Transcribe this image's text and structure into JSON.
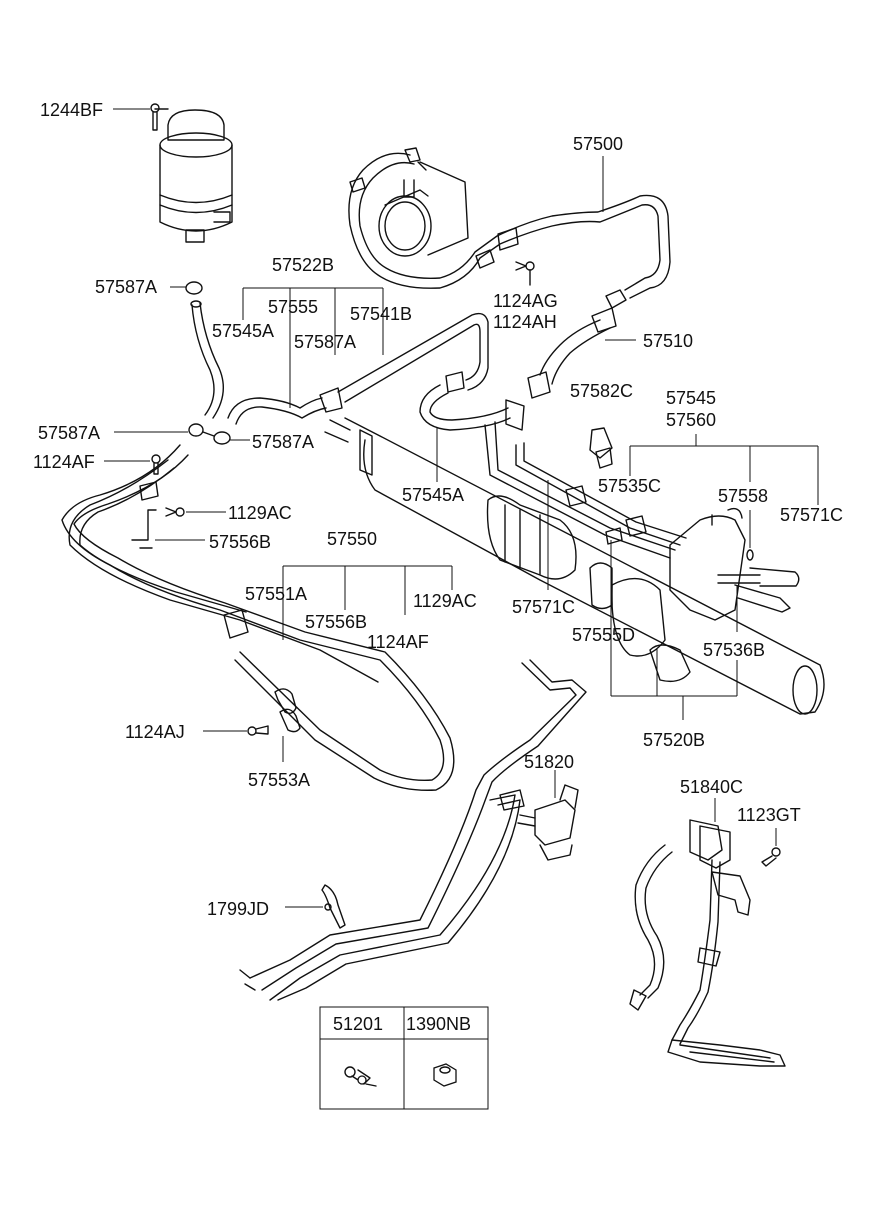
{
  "labels": {
    "l1244BF": "1244BF",
    "l57500": "57500",
    "l57522B": "57522B",
    "l57587A_top": "57587A",
    "l57555": "57555",
    "l57545A_left": "57545A",
    "l57541B": "57541B",
    "l57587A_mid": "57587A",
    "l1124AG": "1124AG",
    "l1124AH": "1124AH",
    "l57510": "57510",
    "l57587A_left": "57587A",
    "l57587A_right": "57587A",
    "l57582C": "57582C",
    "l57545": "57545",
    "l57560": "57560",
    "l1124AF_top": "1124AF",
    "l57545A_center": "57545A",
    "l57535C": "57535C",
    "l57558": "57558",
    "l57571C_right": "57571C",
    "l1129AC_top": "1129AC",
    "l57556B_top": "57556B",
    "l57550": "57550",
    "l57551A": "57551A",
    "l57556B_mid": "57556B",
    "l1129AC_mid": "1129AC",
    "l1124AF_mid": "1124AF",
    "l57571C_center": "57571C",
    "l57555D": "57555D",
    "l57536B": "57536B",
    "l57520B": "57520B",
    "l1124AJ": "1124AJ",
    "l57553A": "57553A",
    "l51820": "51820",
    "l51840C": "51840C",
    "l1123GT": "1123GT",
    "l1799JD": "1799JD"
  },
  "table": {
    "col1": "51201",
    "col2": "1390NB"
  }
}
